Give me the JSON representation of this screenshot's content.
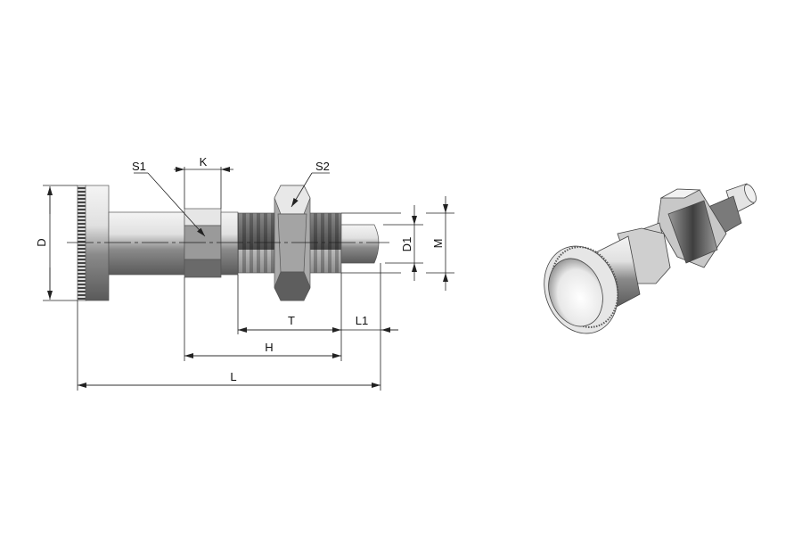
{
  "labels": {
    "D": "D",
    "S1": "S1",
    "K": "K",
    "S2": "S2",
    "D1": "D1",
    "M": "M",
    "T": "T",
    "L1": "L1",
    "H": "H",
    "L": "L"
  },
  "colors": {
    "line": "#222222",
    "metal_light": "#eeeeee",
    "metal_dark": "#6a6a6a"
  }
}
